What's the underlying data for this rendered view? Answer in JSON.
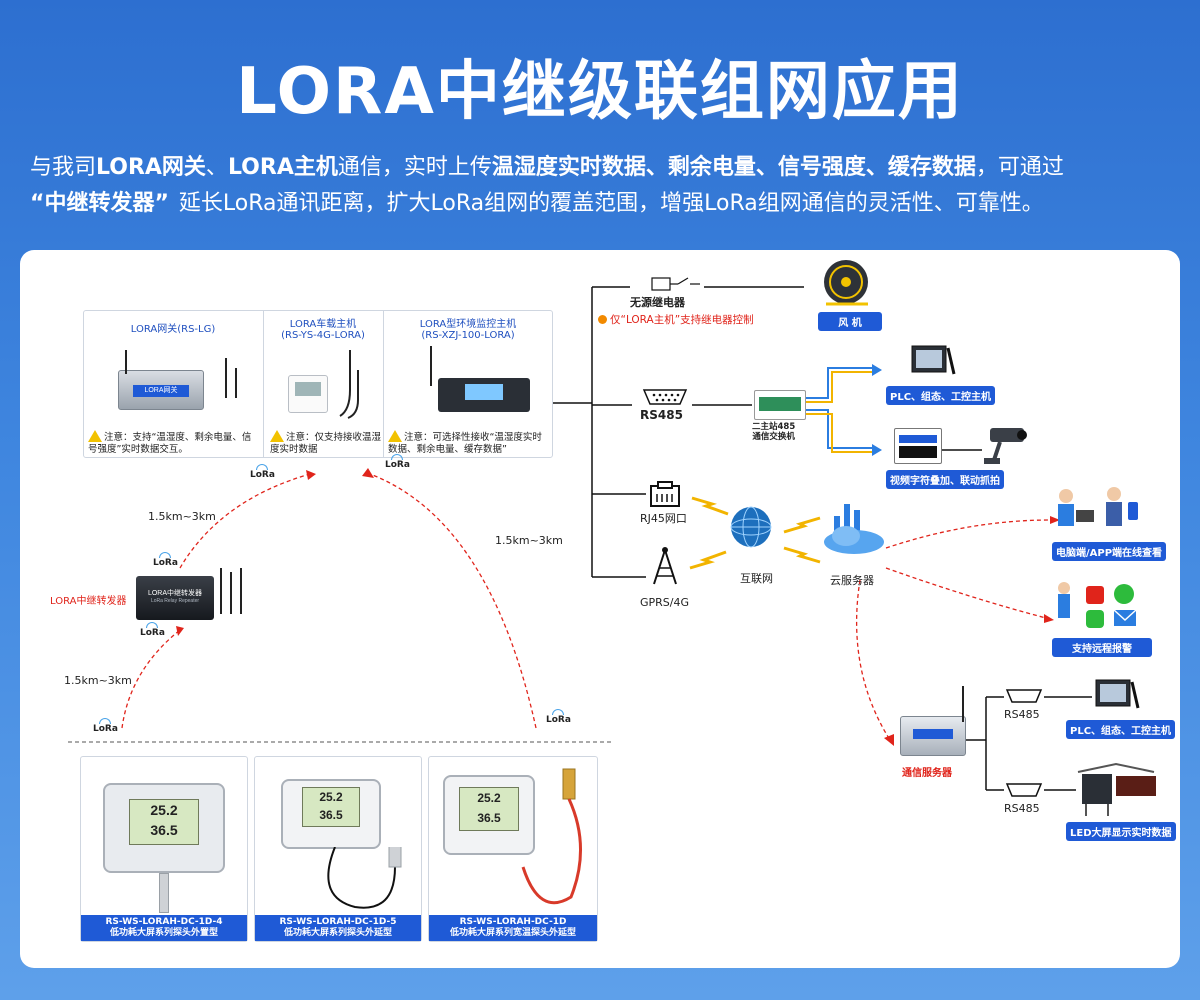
{
  "header": {
    "title": "LORA中继级联组网应用",
    "intro_1a": "与我司",
    "intro_1b": "LORA网关",
    "intro_1c": "、",
    "intro_1d": "LORA主机",
    "intro_1e": "通信，实时上传",
    "intro_1f": "温湿度实时数据、剩余电量、信号强度、缓存数据",
    "intro_1g": "，可通过",
    "intro_2a": "“中继转发器”",
    "intro_2b": "延长LoRa通讯距离，扩大LoRa组网的覆盖范围，增强LoRa组网通信的灵活性、可靠性。"
  },
  "hosts": {
    "gateway_title": "LORA网关(RS-LG)",
    "gateway_note": "注意：支持“温湿度、剩余电量、信号强度”实时数据交互。",
    "vehicle_title_1": "LORA车载主机",
    "vehicle_title_2": "(RS-YS-4G-LORA)",
    "vehicle_note": "注意：仅支持接收温湿度实时数据",
    "monitor_title_1": "LORA型环境监控主机",
    "monitor_title_2": "(RS-XZJ-100-LORA)",
    "monitor_note": "注意：可选择性接收“温湿度实时数据、剩余电量、缓存数据”"
  },
  "lora_label": "LoRa",
  "distances": {
    "d1": "1.5km~3km",
    "d2": "1.5km~3km",
    "d3": "1.5km~3km"
  },
  "repeater": {
    "label": "LORA中继转发器",
    "device_text": "LORA中继转发器",
    "device_sub": "LoRa Relay Repeater"
  },
  "sensors": [
    {
      "model": "RS-WS-LORAH-DC-1D-4",
      "desc": "低功耗大屏系列探头外置型"
    },
    {
      "model": "RS-WS-LORAH-DC-1D-5",
      "desc": "低功耗大屏系列探头外延型"
    },
    {
      "model": "RS-WS-LORAH-DC-1D",
      "desc": "低功耗大屏系列宽温探头外延型"
    }
  ],
  "sensor_display": {
    "temp": "25.2",
    "hum": "36.5",
    "unit_t": "℃",
    "unit_h": "%"
  },
  "network": {
    "relay_label": "无源继电器",
    "relay_note": "仅“LORA主机”支持继电器控制",
    "fan_label": "风 机",
    "rs485": "RS485",
    "switch_label_1": "二主站485",
    "switch_label_2": "通信交换机",
    "plc_label": "PLC、组态、工控主机",
    "video_label": "视频字符叠加、联动抓拍",
    "rj45": "RJ45网口",
    "gprs": "GPRS/4G",
    "internet": "互联网",
    "cloud": "云服务器",
    "pc_app": "电脑端/APP端在线查看",
    "alarm": "支持远程报警",
    "comm_server": "通信服务器",
    "rs485_a": "RS485",
    "rs485_b": "RS485",
    "plc_label_2": "PLC、组态、工控主机",
    "led_label": "LED大屏显示实时数据"
  },
  "colors": {
    "brand": "#1f5ad6",
    "warn": "#e0241b",
    "link": "#111111"
  }
}
